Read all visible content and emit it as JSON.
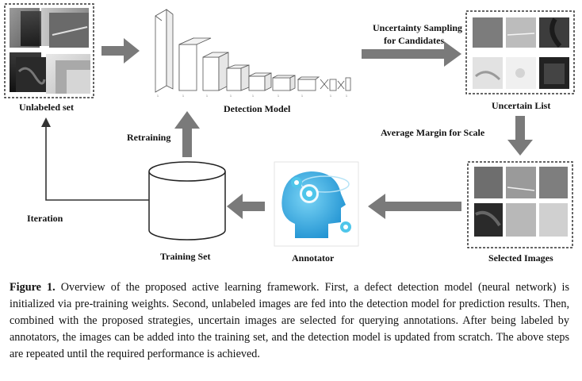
{
  "labels": {
    "unlabeled_set": "Unlabeled set",
    "detection_model": "Detection Model",
    "uncertainty_sampling_line1": "Uncertainty Sampling",
    "uncertainty_sampling_line2": "for Candidates",
    "uncertain_list": "Uncertain List",
    "average_margin": "Average Margin for  Scale",
    "retraining": "Retraining",
    "iteration": "Iteration",
    "training_set": "Training Set",
    "annotator": "Annotator",
    "selected_images": "Selected Images"
  },
  "caption": {
    "figure_label": "Figure 1.",
    "text": " Overview of the proposed active learning framework. First, a defect detection model (neural network) is initialized via pre-training weights. Second, unlabeled images are fed into the detection model for prediction results.  Then, combined with the proposed strategies, uncertain images are selected for querying annotations. After being labeled by annotators, the images can be added into the training set, and the detection model is updated from scratch. The above steps are repeated until the required performance is achieved."
  },
  "colors": {
    "arrow": "#7a7a7a",
    "line": "#333333",
    "annotator_head": "#2aa8e0",
    "gear": "#4fc6ea"
  },
  "icons": {
    "annotator": "head-with-gears-icon",
    "training_set": "database-cylinder-icon",
    "detection_model": "neural-network-layers-icon"
  }
}
